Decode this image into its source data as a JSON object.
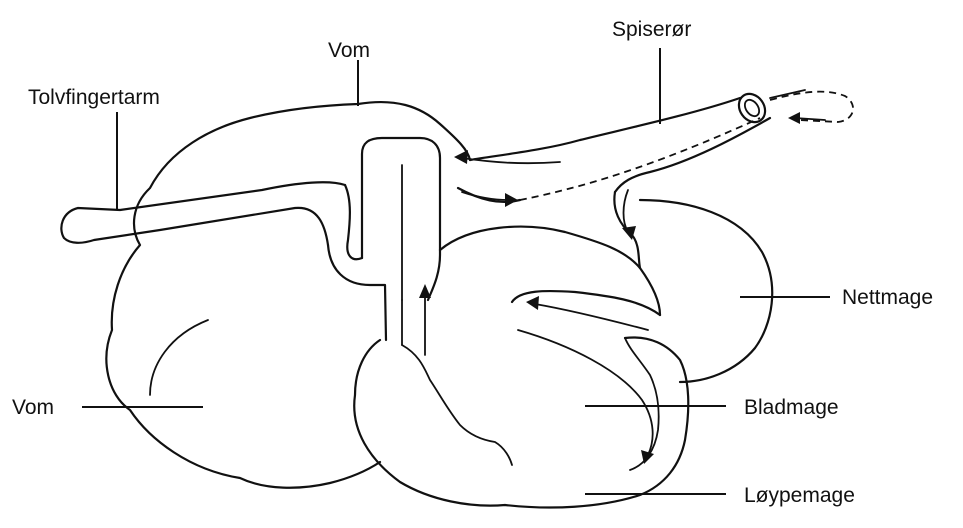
{
  "labels": {
    "spiseror": "Spiserør",
    "vom_top": "Vom",
    "tolvfingertarm": "Tolvfingertarm",
    "nettmage": "Nettmage",
    "vom_left": "Vom",
    "bladmage": "Bladmage",
    "loypemage": "Løypemage"
  }
}
